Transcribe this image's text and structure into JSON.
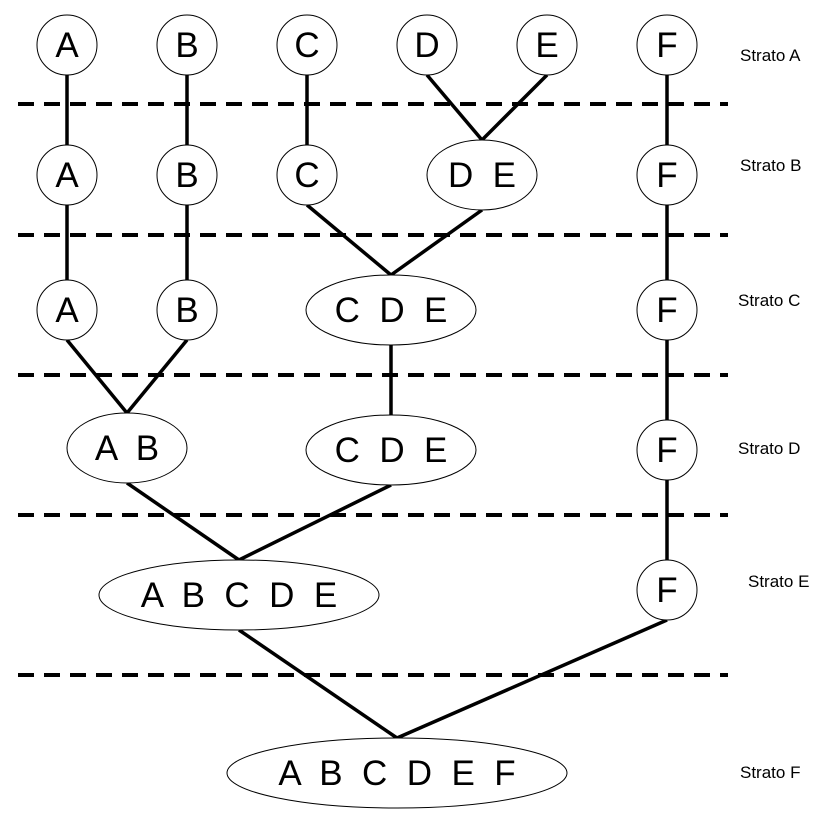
{
  "strata": [
    {
      "id": "A",
      "label": "Strato A"
    },
    {
      "id": "B",
      "label": "Strato B"
    },
    {
      "id": "C",
      "label": "Strato C"
    },
    {
      "id": "D",
      "label": "Strato D"
    },
    {
      "id": "E",
      "label": "Strato E"
    },
    {
      "id": "F",
      "label": "Strato F"
    }
  ],
  "nodes": [
    {
      "id": "a1",
      "text": "A"
    },
    {
      "id": "b1",
      "text": "B"
    },
    {
      "id": "c1",
      "text": "C"
    },
    {
      "id": "d1",
      "text": "D"
    },
    {
      "id": "e1",
      "text": "E"
    },
    {
      "id": "f1",
      "text": "F"
    },
    {
      "id": "a2",
      "text": "A"
    },
    {
      "id": "b2",
      "text": "B"
    },
    {
      "id": "c2",
      "text": "C"
    },
    {
      "id": "de2",
      "text": "D  E"
    },
    {
      "id": "f2",
      "text": "F"
    },
    {
      "id": "a3",
      "text": "A"
    },
    {
      "id": "b3",
      "text": "B"
    },
    {
      "id": "cde3",
      "text": "C  D  E"
    },
    {
      "id": "f3",
      "text": "F"
    },
    {
      "id": "ab4",
      "text": "A  B"
    },
    {
      "id": "cde4",
      "text": "C  D  E"
    },
    {
      "id": "f4",
      "text": "F"
    },
    {
      "id": "abcde5",
      "text": "A  B  C  D  E"
    },
    {
      "id": "f5",
      "text": "F"
    },
    {
      "id": "abcdef6",
      "text": "A  B  C  D  E  F"
    }
  ],
  "edges": [
    [
      "a1",
      "a2"
    ],
    [
      "b1",
      "b2"
    ],
    [
      "c1",
      "c2"
    ],
    [
      "d1",
      "de2"
    ],
    [
      "e1",
      "de2"
    ],
    [
      "f1",
      "f2"
    ],
    [
      "a2",
      "a3"
    ],
    [
      "b2",
      "b3"
    ],
    [
      "c2",
      "cde3"
    ],
    [
      "de2",
      "cde3"
    ],
    [
      "f2",
      "f3"
    ],
    [
      "a3",
      "ab4"
    ],
    [
      "b3",
      "ab4"
    ],
    [
      "cde3",
      "cde4"
    ],
    [
      "f3",
      "f4"
    ],
    [
      "ab4",
      "abcde5"
    ],
    [
      "cde4",
      "abcde5"
    ],
    [
      "f4",
      "f5"
    ],
    [
      "abcde5",
      "abcdef6"
    ],
    [
      "f5",
      "abcdef6"
    ]
  ]
}
